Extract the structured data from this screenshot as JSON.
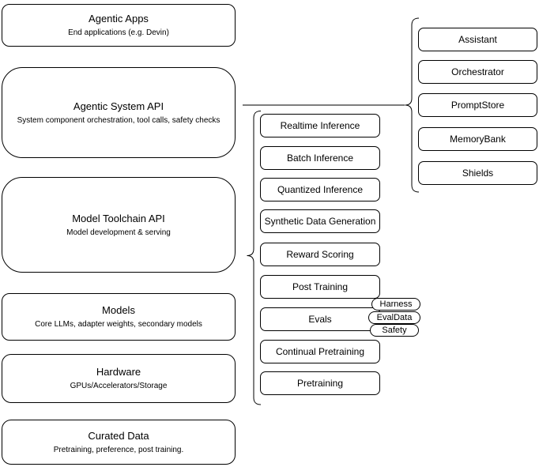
{
  "colors": {
    "stroke": "#000000",
    "fill": "#ffffff",
    "connector": "#7d7d7d",
    "text": "#000000",
    "background": "#ffffff"
  },
  "stack": [
    {
      "title": "Agentic Apps",
      "subtitle": "End applications (e.g. Devin)"
    },
    {
      "title": "Agentic System API",
      "subtitle": "System component orchestration, tool calls, safety checks"
    },
    {
      "title": "Model Toolchain API",
      "subtitle": "Model development & serving"
    },
    {
      "title": "Models",
      "subtitle": "Core LLMs, adapter weights, secondary models"
    },
    {
      "title": "Hardware",
      "subtitle": "GPUs/Accelerators/Storage"
    },
    {
      "title": "Curated Data",
      "subtitle": "Pretraining, preference, post training."
    }
  ],
  "toolchain": [
    "Realtime Inference",
    "Batch Inference",
    "Quantized Inference",
    "Synthetic Data Generation",
    "Reward Scoring",
    "Post Training",
    "Evals",
    "Continual Pretraining",
    "Pretraining"
  ],
  "evals_tags": [
    "Harness",
    "EvalData",
    "Safety"
  ],
  "components": [
    "Assistant",
    "Orchestrator",
    "PromptStore",
    "MemoryBank",
    "Shields"
  ]
}
